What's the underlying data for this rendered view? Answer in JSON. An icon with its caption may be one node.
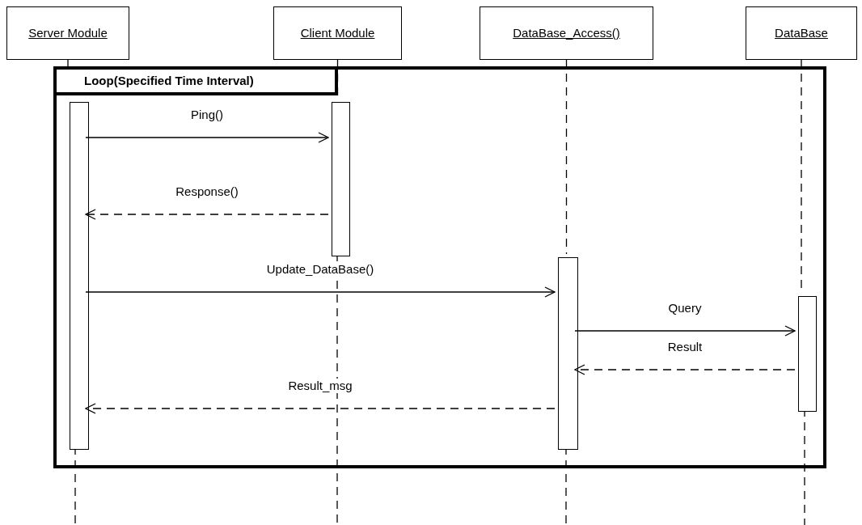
{
  "diagram": {
    "nodes": [
      {
        "text": [
          "Server Module"
        ]
      },
      {
        "text": [
          "Client Module"
        ]
      },
      {
        "text": [
          "DataBase_Access()"
        ]
      },
      {
        "text": [
          "DataBase"
        ]
      },
      {
        "text": [
          "Loop(Specified Time Interval)"
        ]
      },
      {
        "text": [],
        "shape": "bar",
        "in": 4
      },
      {
        "text": [],
        "shape": "bar",
        "in": 4
      },
      {
        "text": [],
        "shape": "bar",
        "in": 4
      },
      {
        "text": [],
        "shape": "bar",
        "in": 4
      }
    ],
    "edges": [
      {
        "from": 0,
        "to": 5,
        "arrow": "none",
        "style": "dashed"
      },
      {
        "from": 1,
        "to": 6,
        "arrow": "none",
        "style": "dashed"
      },
      {
        "from": 2,
        "to": 7,
        "arrow": "none",
        "style": "dashed"
      },
      {
        "from": 3,
        "to": 8,
        "arrow": "none",
        "style": "dashed"
      },
      {
        "from": 5,
        "to": 6,
        "arrow": "to",
        "label": "Ping()"
      },
      {
        "from": 6,
        "to": 5,
        "arrow": "to",
        "label": "Response()",
        "style": "dashed"
      },
      {
        "from": 5,
        "to": 7,
        "arrow": "to",
        "label": "Update_DataBase()"
      },
      {
        "from": 7,
        "to": 8,
        "arrow": "to",
        "label": "Query"
      },
      {
        "from": 8,
        "to": 7,
        "arrow": "to",
        "label": "Result",
        "style": "dashed"
      },
      {
        "from": 7,
        "to": 5,
        "arrow": "to",
        "label": "Result_msg",
        "style": "dashed"
      }
    ]
  }
}
